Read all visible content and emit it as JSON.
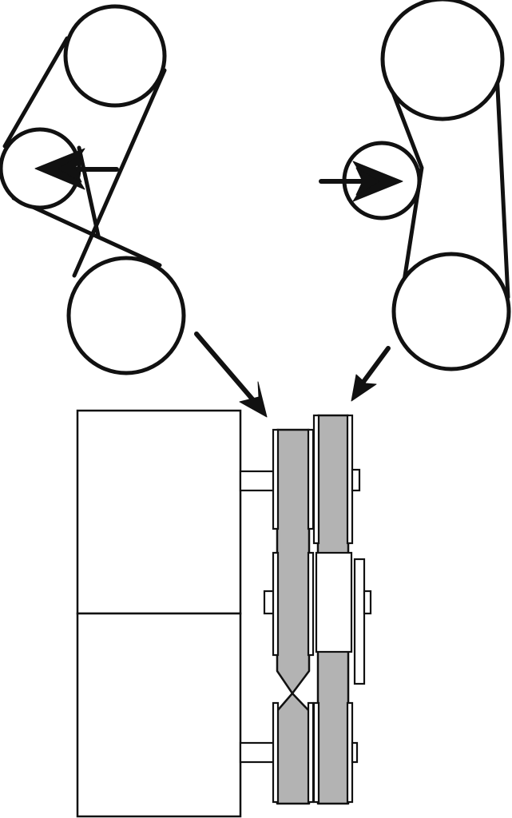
{
  "diagram": {
    "colors": {
      "line": "#111111",
      "belt_fill": "#b3b3b3",
      "background": "#ffffff"
    },
    "left_belt_drive": {
      "pulleys": [
        "top-pulley",
        "idler-pulley",
        "bottom-pulley"
      ],
      "push_arrow_direction": "left"
    },
    "right_belt_drive": {
      "pulleys": [
        "top-pulley",
        "idler-pulley",
        "bottom-pulley"
      ],
      "push_arrow_direction": "right"
    },
    "side_view": {
      "components": [
        "motor-housing",
        "crossed-belt",
        "straight-belt",
        "tensioner"
      ]
    }
  }
}
